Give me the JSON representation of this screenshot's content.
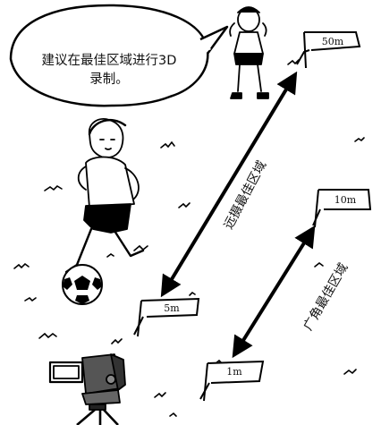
{
  "speech_bubble": {
    "text_line1": "建议在最佳区域进行3D",
    "text_line2": "录制。"
  },
  "distance_markers": [
    {
      "label": "50m"
    },
    {
      "label": "10m"
    },
    {
      "label": "5m"
    },
    {
      "label": "1m"
    }
  ],
  "zones": {
    "telephoto": "远摄最佳区域",
    "wide_angle": "广角最佳区域"
  },
  "icons": {
    "camera": "camcorder-on-tripod-icon",
    "soccer_ball": "soccer-ball-icon",
    "child_running": "running-child-icon",
    "child_far": "standing-child-icon"
  }
}
